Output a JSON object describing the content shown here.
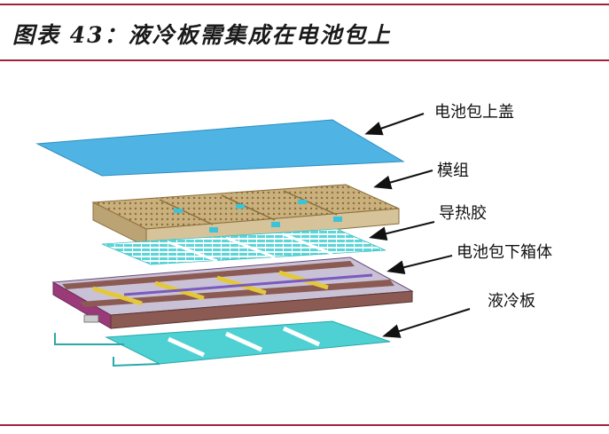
{
  "title": "图表 43：液冷板需集成在电池包上",
  "labels": {
    "top_cover": "电池包上盖",
    "module": "模组",
    "thermal_glue": "导热胶",
    "lower_box": "电池包下箱体",
    "cold_plate": "液冷板"
  },
  "colors": {
    "rule": "#a0233a",
    "cover": "#4fb3e3",
    "module": "#c8b48a",
    "glue": "#5ad5d8",
    "box": "#8b5a52",
    "plate": "#4fd0d2"
  }
}
